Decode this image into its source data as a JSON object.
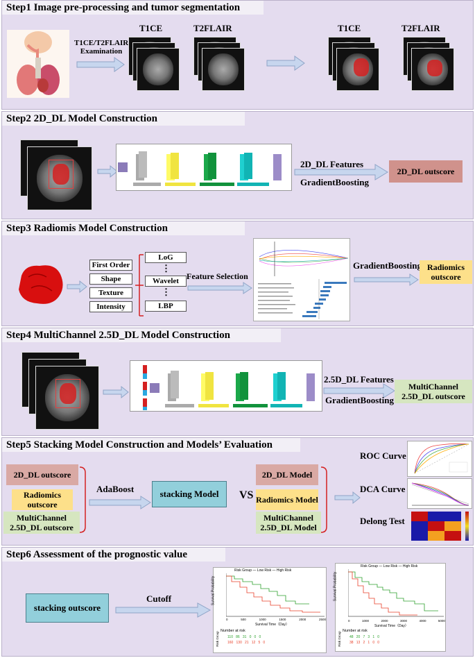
{
  "steps": {
    "s1": "Step1   Image pre-processing and tumor segmentation",
    "s2": "Step2   2D_DL Model Construction",
    "s3": "Step3   Radiomis Model Construction",
    "s4": "Step4   MultiChannel 2.5D_DL Model Construction",
    "s5": "Step5   Stacking Model Construction and Models’ Evaluation",
    "s6": "Step6   Assessment of the prognostic value"
  },
  "step1": {
    "examination": "T1CE/T2FLAIR Examination",
    "t1ce": "T1CE",
    "t2flair": "T2FLAIR",
    "t1ce_seg": "T1CE",
    "t2flair_seg": "T2FLAIR"
  },
  "step2": {
    "features": "2D_DL Features",
    "classifier": "GradientBoosting",
    "outscore": "2D_DL outscore"
  },
  "step3": {
    "feature_groups": [
      "First Order",
      "Shape",
      "Texture",
      "Intensity"
    ],
    "filters": [
      "LoG",
      "Wavelet",
      "LBP"
    ],
    "dots": "⋮",
    "selection": "Feature Selection",
    "classifier": "GradientBoosting",
    "outscore": "Radiomics outscore"
  },
  "step4": {
    "features": "2.5D_DL Features",
    "classifier": "GradientBoosting",
    "outscore": "MultiChannel 2.5D_DL outscore"
  },
  "step5": {
    "inputs": [
      "2D_DL outscore",
      "Radiomics outscore",
      "MultiChannel 2.5D_DL outscore"
    ],
    "method": "AdaBoost",
    "stacking": "stacking Model",
    "vs": "VS",
    "models": [
      "2D_DL Model",
      "Radiomics Model",
      "MultiChannel 2.5D_DL Model"
    ],
    "evaluations": [
      "ROC Curve",
      "DCA Curve",
      "Delong Test"
    ]
  },
  "step6": {
    "input": "stacking outscore",
    "method": "Cutoff",
    "km_left": {
      "legend": "Risk Group  — Low Risk  — High Risk",
      "ylabel": "Survival Probability",
      "xlabel": "Survival Time（Day）",
      "risk_title": "Number at risk",
      "risk_ylabel": "Risk Group",
      "risk_low": "110   86   31   0   0   0",
      "risk_high": "160   130   21   12   5   0",
      "xticks": [
        "0",
        "500",
        "1000",
        "1500",
        "2000",
        "2500"
      ]
    },
    "km_right": {
      "legend": "Risk Group  — Low Risk  — High Risk",
      "ylabel": "Survival Probability",
      "xlabel": "Survival Time（Day）",
      "risk_title": "Number at risk",
      "risk_ylabel": "Risk Group",
      "risk_low": "48   20   7   3   1   0",
      "risk_high": "38   13   2   1   0   0",
      "xticks": [
        "0",
        "1000",
        "2000",
        "3000",
        "4000",
        "5000"
      ]
    }
  },
  "colors": {
    "panel": "#e4dcef",
    "low_risk": "#2ca02c",
    "high_risk": "#e8402a",
    "arrow": "#b9cce8"
  }
}
